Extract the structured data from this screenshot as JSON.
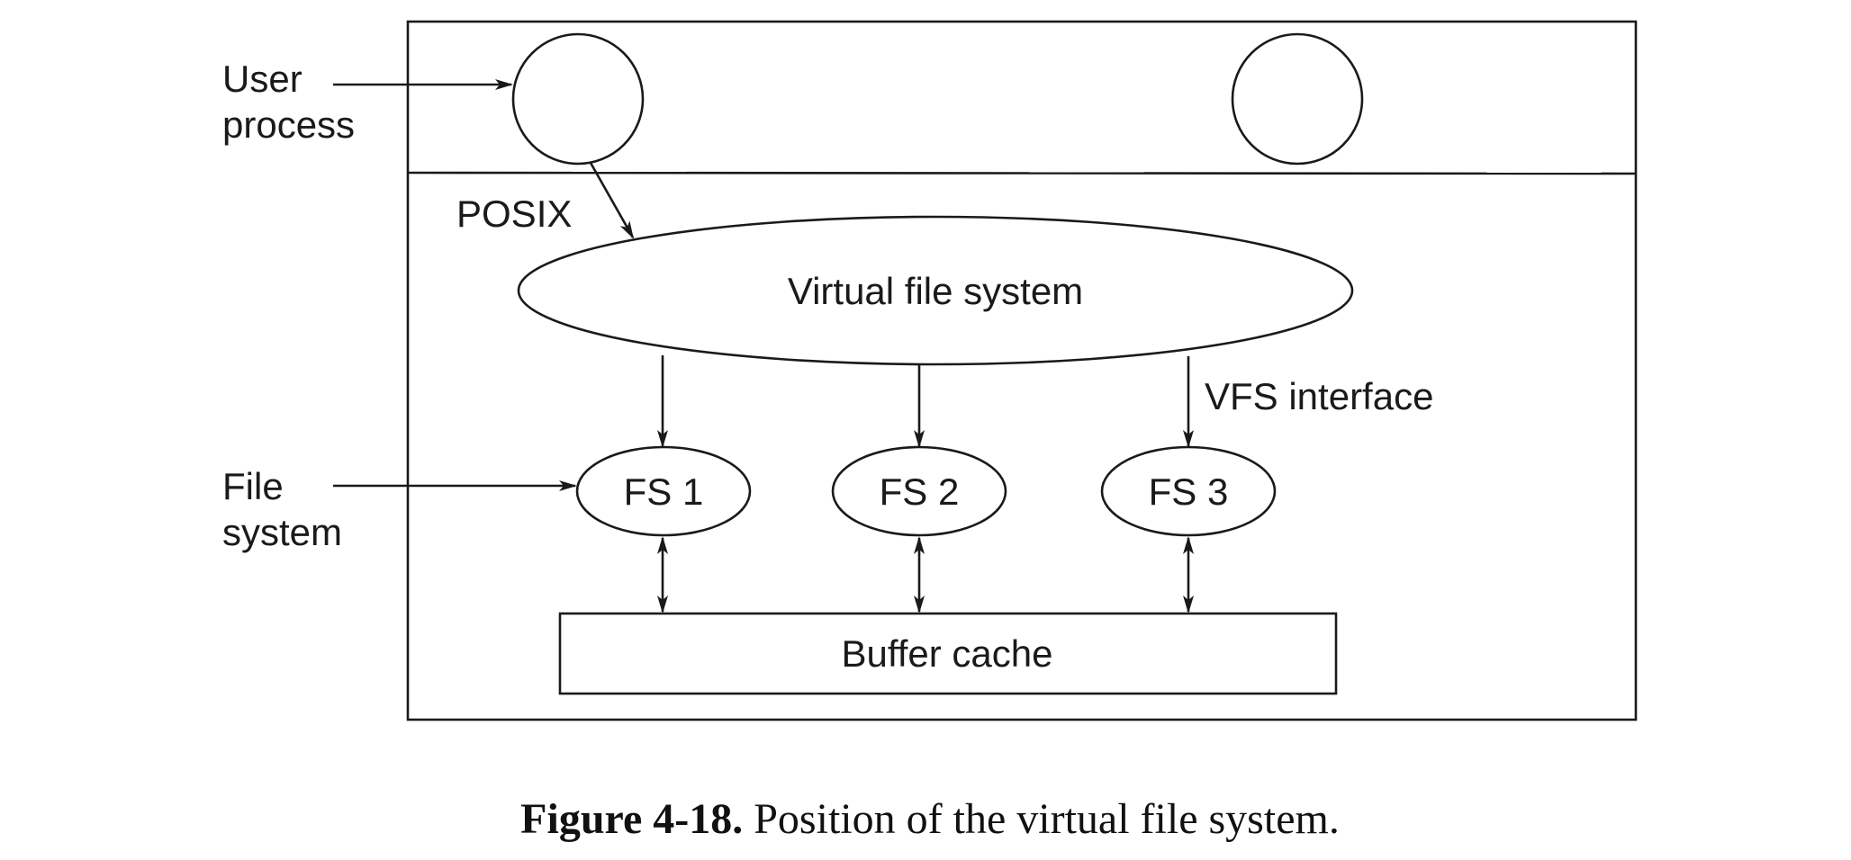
{
  "labels": {
    "user_process_line1": "User",
    "user_process_line2": "process",
    "file_system_line1": "File",
    "file_system_line2": "system",
    "posix": "POSIX",
    "virtual_file_system": "Virtual file system",
    "vfs_interface": "VFS interface",
    "fs1": "FS 1",
    "fs2": "FS 2",
    "fs3": "FS 3",
    "buffer_cache": "Buffer cache"
  },
  "caption": {
    "number": "Figure 4-18.",
    "text": "Position of the virtual file system."
  },
  "colors": {
    "ink": "#1a1a1a",
    "background": "#ffffff"
  }
}
